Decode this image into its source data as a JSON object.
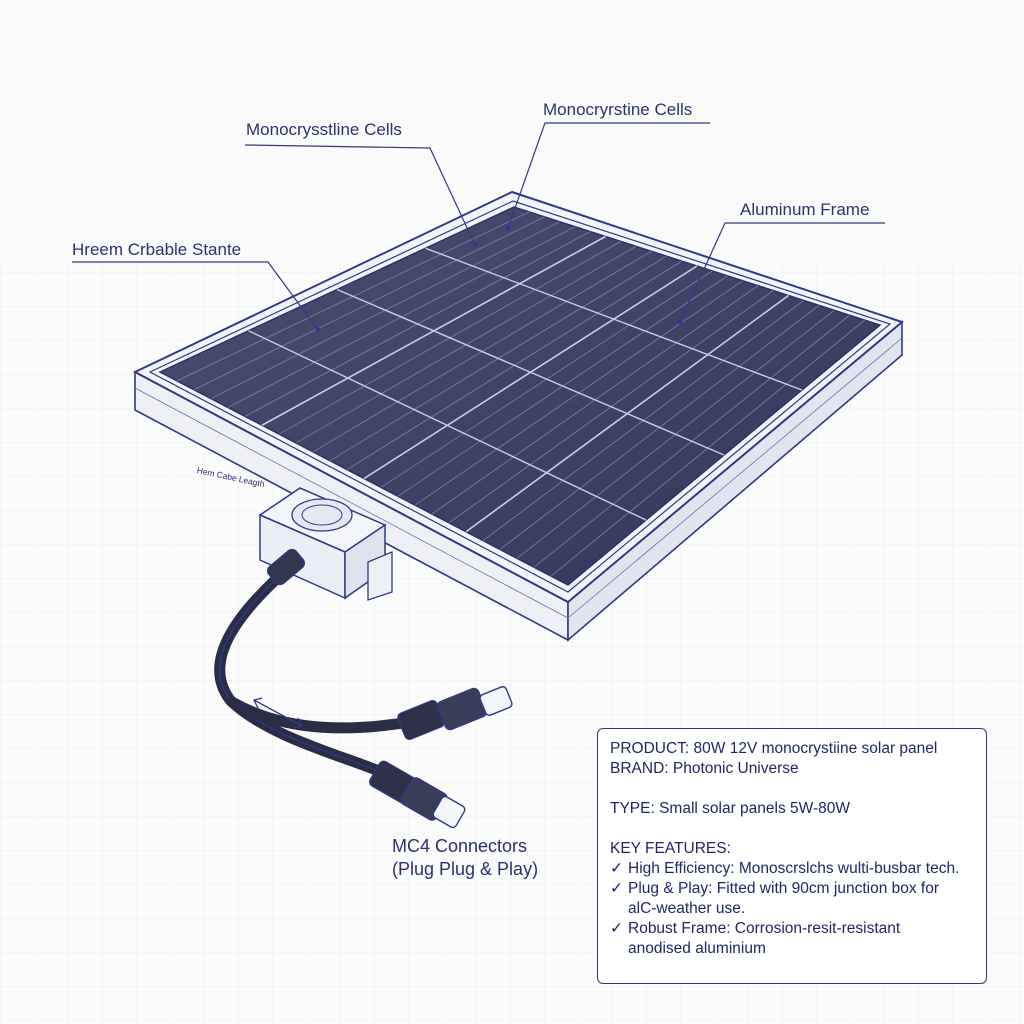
{
  "labels": {
    "cells_left": "Monocrysstline Cells",
    "cells_right": "Monocryrstine Cells",
    "frame": "Aluminum Frame",
    "stand": "Hreem Crbable Stante",
    "cable_length": "Hem Cabe Leagth",
    "connectors_line1": "MC4 Connectors",
    "connectors_line2": "(Plug Plug & Play)"
  },
  "spec": {
    "product": "PRODUCT: 80W 12V monocrystiine solar panel",
    "brand": "BRAND: Photonic Universe",
    "type": "TYPE: Small solar panels 5W-80W",
    "features_title": "KEY FEATURES:",
    "features": [
      {
        "check": "✓",
        "text": "High Efficiency: Monoscrslchs wulti-busbar tech.",
        "cont": ""
      },
      {
        "check": "✓",
        "text": "Plug & Play: Fitted with 90cm junction box for",
        "cont": "alC-weather use."
      },
      {
        "check": "✓",
        "text": "Robust Frame: Corrosion-resit-resistant",
        "cont": "anodised aluminium"
      }
    ]
  },
  "colors": {
    "ink": "#2a3270",
    "cell": "#3b4064",
    "frame": "#2f3a86",
    "grid": "#e6e8ef"
  }
}
